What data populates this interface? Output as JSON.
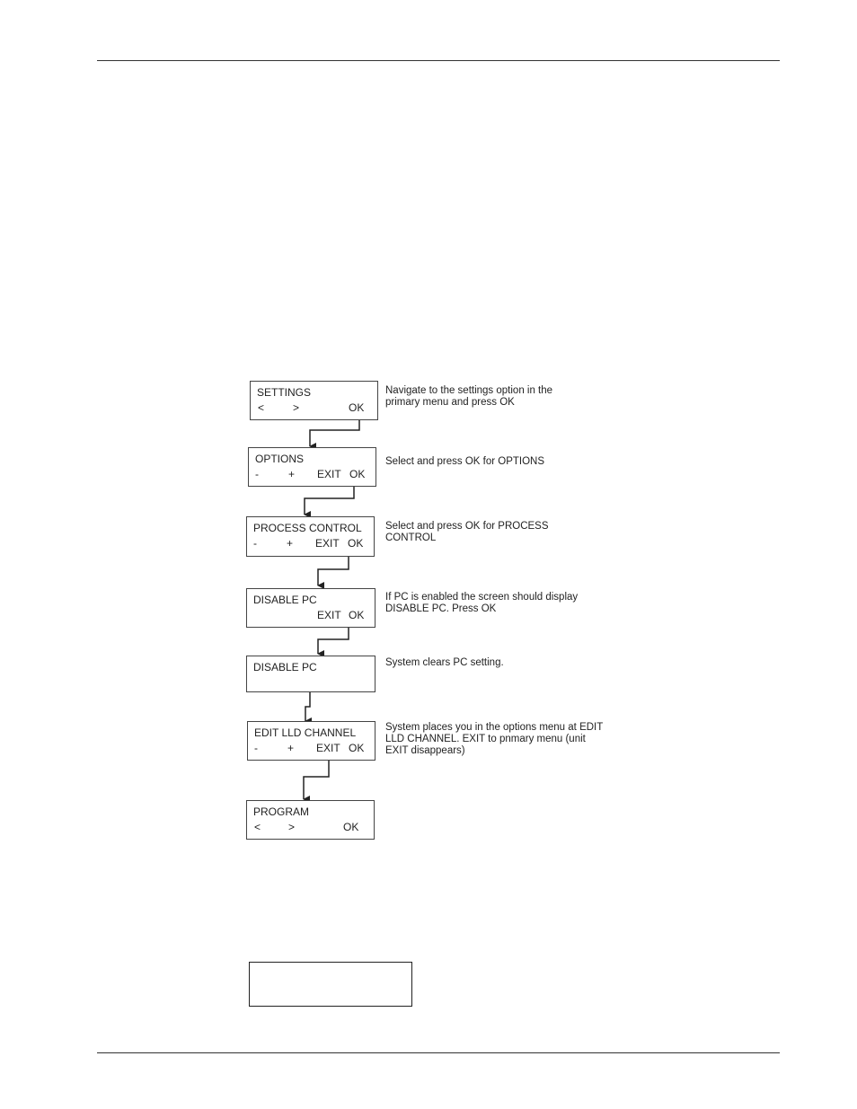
{
  "steps": [
    {
      "line1": "SETTINGS",
      "keys": [
        "<",
        ">",
        "OK"
      ],
      "note": "Navigate to the settings option in the\nprimary menu and press OK"
    },
    {
      "line1": "OPTIONS",
      "keys": [
        "-",
        "+",
        "EXIT",
        "OK"
      ],
      "note": "Select and press OK for OPTIONS"
    },
    {
      "line1": "PROCESS CONTROL",
      "keys": [
        "-",
        "+",
        "EXIT",
        "OK"
      ],
      "note": "Select and press OK for PROCESS\nCONTROL"
    },
    {
      "line1": "DISABLE PC",
      "keys": [
        "EXIT",
        "OK"
      ],
      "note": "If PC is enabled the screen should display\nDISABLE PC.  Press OK"
    },
    {
      "line1": "DISABLE PC",
      "keys": [],
      "note": "System clears PC setting."
    },
    {
      "line1": "EDIT LLD CHANNEL",
      "keys": [
        "-",
        "+",
        "EXIT",
        "OK"
      ],
      "note": "System places you in the options menu at EDIT\nLLD CHANNEL.  EXIT to pnmary menu (unit\nEXIT disappears)"
    },
    {
      "line1": "PROGRAM",
      "keys": [
        "<",
        ">",
        "OK"
      ],
      "note": ""
    }
  ]
}
